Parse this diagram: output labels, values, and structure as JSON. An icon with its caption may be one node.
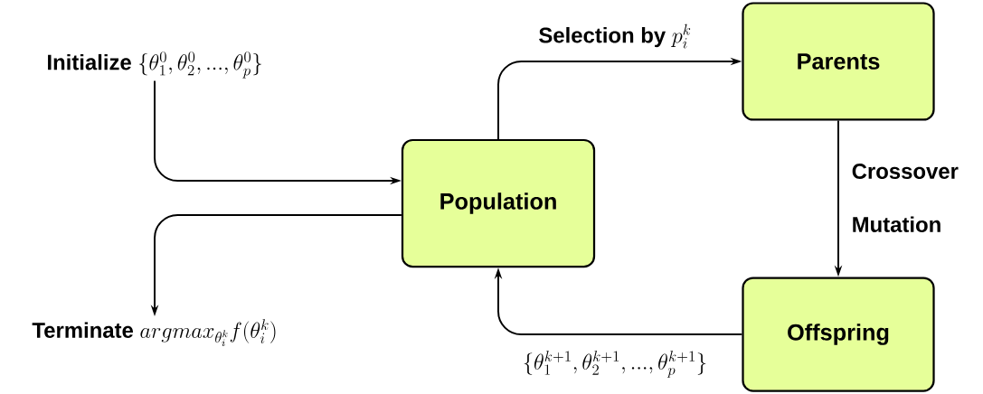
{
  "diagram": {
    "nodes": [
      {
        "text": [
          "\\textbf{Initialize}\\ \\{\\theta_1^0, \\theta_2^0, ..., \\theta_p^0\\}"
        ]
      },
      {
        "text": [
          "Population"
        ]
      },
      {
        "text": [
          "Parents"
        ]
      },
      {
        "text": [
          "Offspring"
        ]
      },
      {
        "text": [
          "\\textbf{Terminate}\\ argmax_{\\theta_i^k} f(\\theta_i^k)"
        ]
      }
    ],
    "edges": [
      {
        "from": 0,
        "to": 1,
        "arrow": "to"
      },
      {
        "from": 1,
        "to": 2,
        "arrow": "to",
        "label": "\\textbf{Selection by}\\ p_i^k"
      },
      {
        "from": 2,
        "to": 3,
        "arrow": "to",
        "label": "Crossover Mutation"
      },
      {
        "from": 3,
        "to": 1,
        "arrow": "to",
        "label": "\\{\\theta_1^{k+1}, \\theta_2^{k+1}, ..., \\theta_p^{k+1}\\}"
      },
      {
        "from": 1,
        "to": 4,
        "arrow": "to"
      }
    ]
  }
}
